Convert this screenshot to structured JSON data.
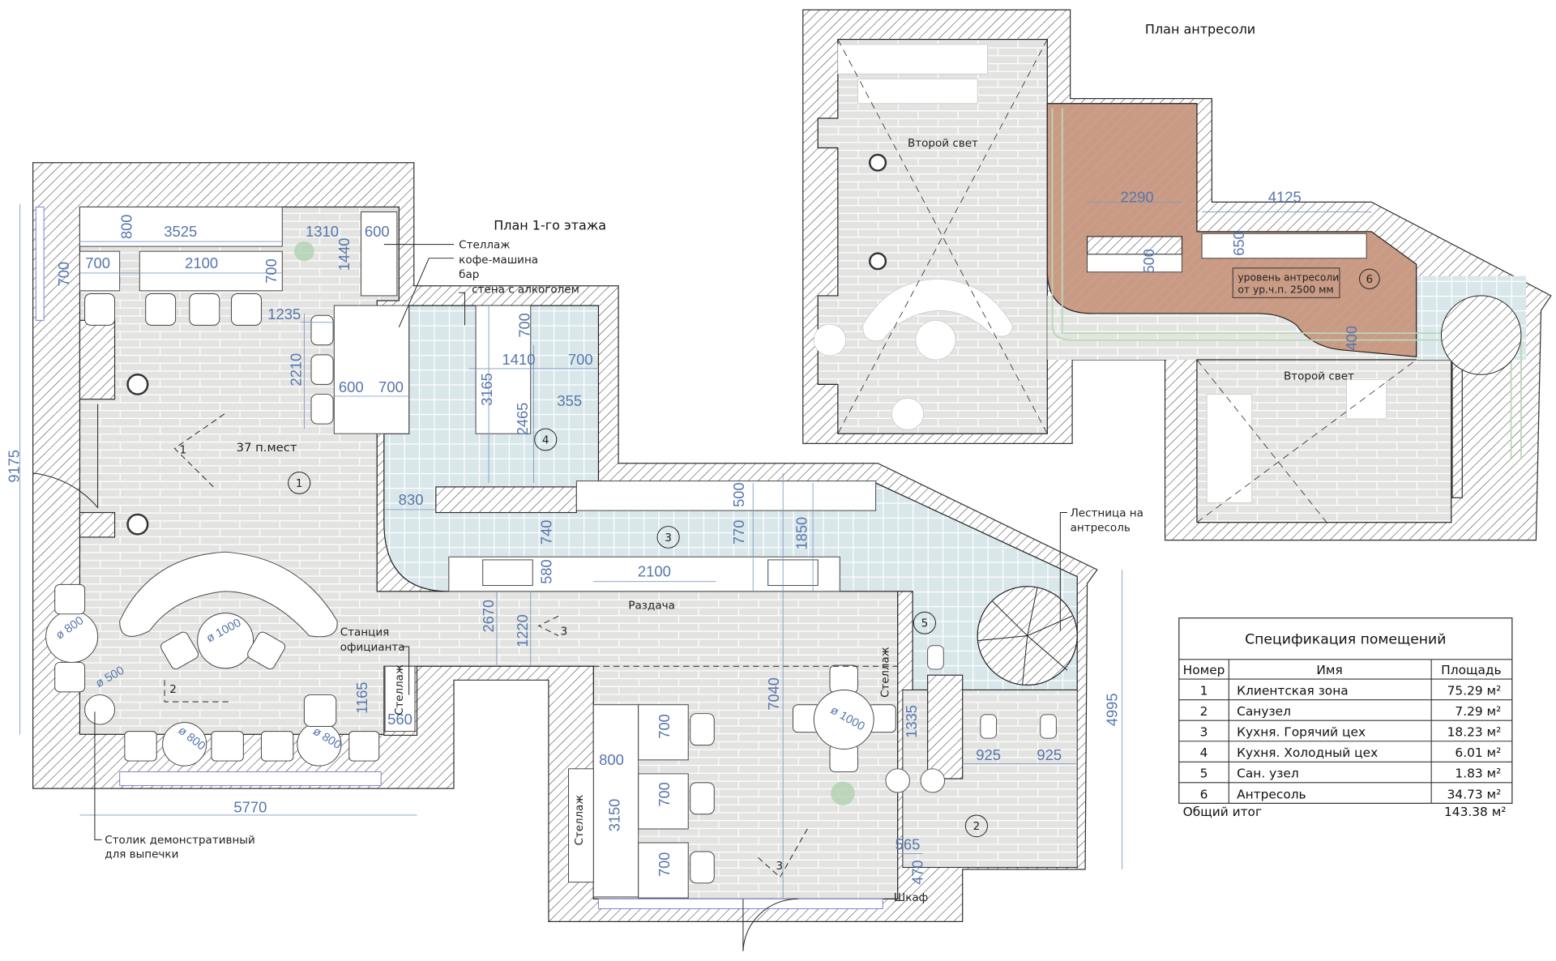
{
  "titles": {
    "ground_floor": "План 1-го этажа",
    "mezzanine": "План антресоли"
  },
  "labels": {
    "seats": "37 п.мест",
    "shelf_coffee_1": "Стеллаж",
    "shelf_coffee_2": "кофе-машина",
    "shelf_coffee_3": "бар",
    "alcohol_wall": "стена с алкоголем",
    "serving": "Раздача",
    "waiter_station_1": "Станция",
    "waiter_station_2": "официанта",
    "shelf_a": "Стеллаж",
    "shelf_b": "Стеллаж",
    "shelf_c": "Стеллаж",
    "wardrobe": "Шкаф",
    "stairs_1": "Лестница на",
    "stairs_2": "антресоль",
    "display_table_1": "Столик демонстративный",
    "display_table_2": "для выпечки",
    "second_light_a": "Второй свет",
    "second_light_b": "Второй свет",
    "mezz_level_1": "уровень антресоли",
    "mezz_level_2": "от ур.ч.п. 2500 мм",
    "section_1": "1",
    "section_2": "2",
    "section_3a": "3",
    "section_3b": "3"
  },
  "room_numbers": [
    "1",
    "2",
    "3",
    "4",
    "5",
    "6"
  ],
  "dimensions": [
    "3525",
    "800",
    "1310",
    "600",
    "700",
    "2100",
    "700",
    "700",
    "1440",
    "1235",
    "2210",
    "600",
    "700",
    "700",
    "1410",
    "700",
    "3165",
    "2465",
    "355",
    "830",
    "9175",
    "740",
    "580",
    "2670",
    "1220",
    "500",
    "770",
    "1850",
    "2100",
    "7040",
    "1335",
    "925",
    "925",
    "4995",
    "700",
    "800",
    "3150",
    "700",
    "700",
    "565",
    "470",
    "1165",
    "560",
    "5770",
    "2290",
    "4125",
    "650",
    "500",
    "400"
  ],
  "diameters": [
    "ø 800",
    "ø 1000",
    "ø 500",
    "ø 800",
    "ø 800",
    "ø 1000"
  ],
  "spec_table": {
    "title": "Спецификация помещений",
    "headers": [
      "Номер",
      "Имя",
      "Площадь"
    ],
    "rows": [
      {
        "num": "1",
        "name": "Клиентская зона",
        "area": "75.29 м²"
      },
      {
        "num": "2",
        "name": "Санузел",
        "area": "7.29 м²"
      },
      {
        "num": "3",
        "name": "Кухня. Горячий цех",
        "area": "18.23 м²"
      },
      {
        "num": "4",
        "name": "Кухня. Холодный цех",
        "area": "6.01 м²"
      },
      {
        "num": "5",
        "name": "Сан. узел",
        "area": "1.83 м²"
      },
      {
        "num": "6",
        "name": "Антресоль",
        "area": "34.73 м²"
      }
    ],
    "total_label": "Общий итог",
    "total_value": "143.38 м²"
  },
  "colors": {
    "dimension": "#5676ad",
    "mezzanine": "#c99a84",
    "tile": "#d9e7ea",
    "brick": "#e3e3e1"
  }
}
